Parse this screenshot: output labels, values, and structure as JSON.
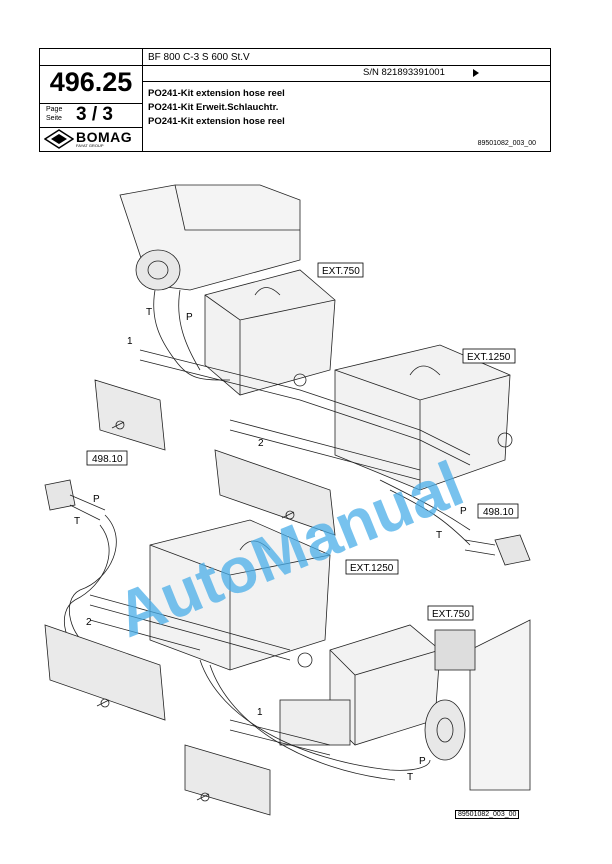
{
  "header": {
    "catalog_number": "496.25",
    "page_label_line1": "Page",
    "page_label_line2": "Seite",
    "page_value": "3 / 3",
    "brand": "BOMAG",
    "brand_sub": "FAYAT GROUP",
    "model": "BF 800 C-3 S 600 St.V",
    "serial": "S/N 821893391001",
    "titles": [
      "PO241-Kit extension hose reel",
      "PO241-Kit Erweit.Schlauchtr.",
      "PO241-Kit extension hose reel"
    ],
    "doc_id": "89501082_003_00"
  },
  "drawing": {
    "labels": {
      "ext750_top": "EXT.750",
      "ext1250_top": "EXT.1250",
      "ext1250_mid": "EXT.1250",
      "ext750_bottom": "EXT.750",
      "ref_left": "498.10",
      "ref_right": "498.10",
      "item1_top": "1",
      "item2_top": "2",
      "item2_mid": "2",
      "item1_bottom": "1",
      "t_top": "T",
      "p_top": "P",
      "p_left": "P",
      "t_left": "T",
      "p_right": "P",
      "t_right": "T",
      "p_bottom": "P",
      "t_bottom": "T"
    },
    "watermark": "AutoManual",
    "doc_id_bottom": "89501082_003_00"
  }
}
